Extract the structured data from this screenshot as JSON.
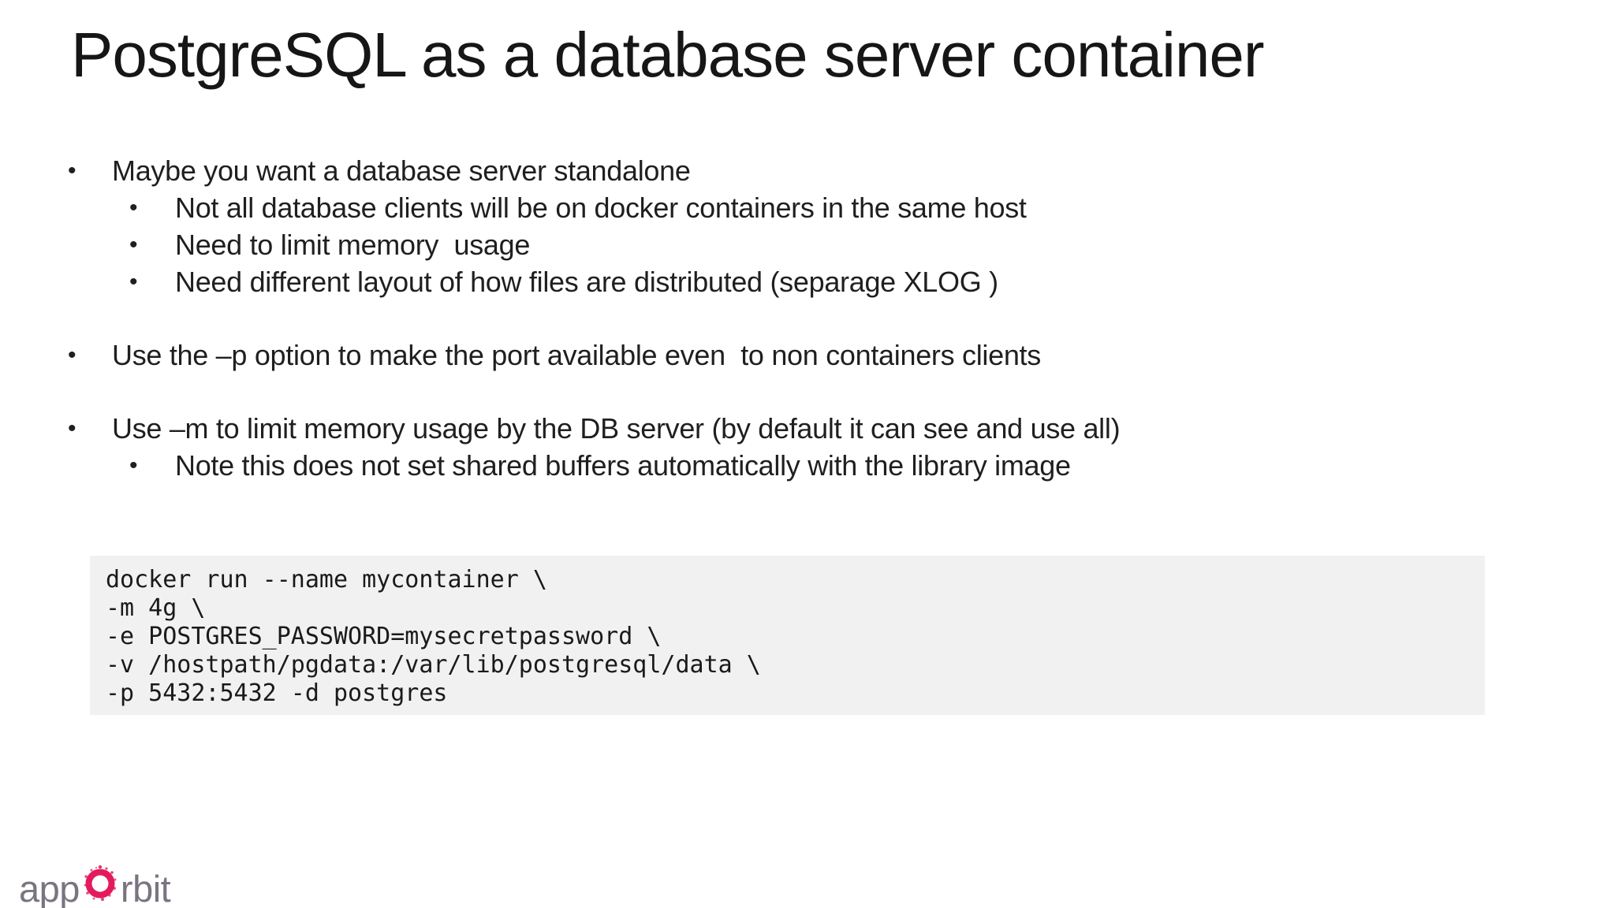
{
  "slide": {
    "title": "PostgreSQL as a database server container",
    "bullets": [
      {
        "text": "Maybe you want a database server standalone",
        "children": [
          "Not all database clients will be on docker containers in the same host",
          "Need to limit memory  usage",
          "Need different layout of how files are distributed (separage XLOG )"
        ]
      },
      {
        "text": "Use the –p option to make the port available even  to non containers clients",
        "children": []
      },
      {
        "text": "Use –m to limit memory usage by the DB server (by default it can see and use all)",
        "children": [
          "Note this does not set shared buffers automatically with the library image"
        ]
      }
    ],
    "code": {
      "lines": [
        "docker run --name mycontainer \\",
        "-m 4g \\",
        "-e POSTGRES_PASSWORD=mysecretpassword \\",
        "-v /hostpath/pgdata:/var/lib/postgresql/data \\",
        "-p 5432:5432 -d postgres"
      ],
      "background": "#f1f1f1"
    },
    "logo": {
      "prefix": "app",
      "suffix": "rbit",
      "o_color": "#e31b5d",
      "text_color": "#7a7480"
    },
    "colors": {
      "background": "#ffffff",
      "text": "#1f1f1f",
      "title": "#161616"
    }
  }
}
